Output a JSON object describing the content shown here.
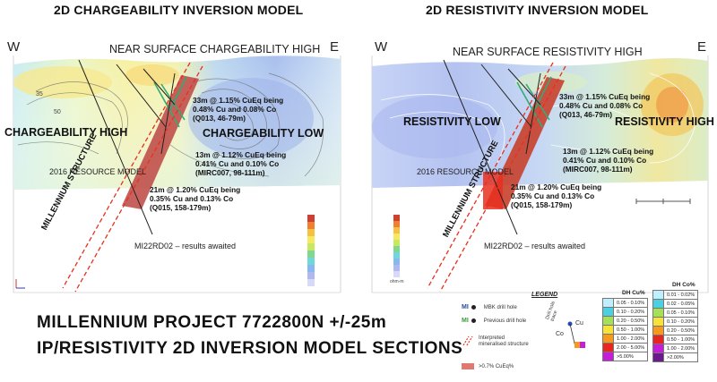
{
  "left": {
    "title": "2D CHARGEABILITY INVERSION MODEL",
    "west": "W",
    "east": "E",
    "near_surface": "NEAR SURFACE CHARGEABILITY HIGH",
    "high": "CHARGEABILITY HIGH",
    "low": "CHARGEABILITY LOW",
    "resource": "2016 RESOURCE MODEL",
    "structure": "MILLENNIUM STRUCTURE",
    "drill_hole": "MI22RD02 – results awaited",
    "intercepts": [
      [
        "33m @ 1.15% CuEq being",
        "0.48% Cu and 0.08% Co",
        "(Q013, 46-79m)"
      ],
      [
        "13m @ 1.12% CuEq being",
        "0.41% Cu and 0.10% Co",
        "(MIRC007, 98-111m)"
      ],
      [
        "21m @ 1.20% CuEq being",
        "0.35% Cu and 0.13% Co",
        "(Q015, 158-179m)"
      ]
    ]
  },
  "right": {
    "title": "2D RESISTIVITY INVERSION MODEL",
    "west": "W",
    "east": "E",
    "near_surface": "NEAR SURFACE RESISTIVITY HIGH",
    "low": "RESISTIVITY LOW",
    "high": "RESISTIVITY HIGH",
    "resource": "2016 RESOURCE MODEL",
    "structure": "MILLENNIUM STRUCTURE",
    "drill_hole": "MI22RD02 – results awaited",
    "intercepts": [
      [
        "33m @ 1.15% CuEq being",
        "0.48% Cu and 0.08% Co",
        "(Q013, 46-79m)"
      ],
      [
        "13m @ 1.12% CuEq being",
        "0.41% Cu and 0.10% Co",
        "(MIRC007, 98-111m)"
      ],
      [
        "21m @ 1.20% CuEq being",
        "0.35% Cu and 0.13% Co",
        "(Q015, 158-179m)"
      ]
    ],
    "scale_unit": "ohm-m"
  },
  "bottom_title": {
    "line1": "MILLENNIUM PROJECT 7722800N +/-25m",
    "line2": "IP/RESISTIVITY 2D INVERSION MODEL SECTIONS"
  },
  "legend": {
    "heading": "LEGEND",
    "mbk": "MBK drill hole",
    "previous": "Previous drill hole",
    "interpreted": "Interpreted mineralised structure",
    "cueq": ">0.7% CuEq%",
    "mi_marker": "MI",
    "drill_hole_trace": "Drill hole trace",
    "cu": "Cu",
    "co": "Co",
    "cu_table": {
      "header": "DH Cu%",
      "rows": [
        {
          "label": "0.05 - 0.10%",
          "color": "#bfefff"
        },
        {
          "label": "0.10 - 0.20%",
          "color": "#4ad0e0"
        },
        {
          "label": "0.20 - 0.50%",
          "color": "#a6e05a"
        },
        {
          "label": "0.50 - 1.00%",
          "color": "#f5e23a"
        },
        {
          "label": "1.00 - 2.00%",
          "color": "#f59a1e"
        },
        {
          "label": "2.00 - 5.00%",
          "color": "#e8251e"
        },
        {
          "label": ">5.00%",
          "color": "#c41ed8"
        }
      ]
    },
    "co_table": {
      "header": "DH Co%",
      "rows": [
        {
          "label": "0.01 - 0.02%",
          "color": "#bfefff"
        },
        {
          "label": "0.02 - 0.05%",
          "color": "#4ad0e0"
        },
        {
          "label": "0.05 - 0.10%",
          "color": "#a6e05a"
        },
        {
          "label": "0.10 - 0.20%",
          "color": "#f5e23a"
        },
        {
          "label": "0.20 - 0.50%",
          "color": "#f59a1e"
        },
        {
          "label": "0.50 - 1.00%",
          "color": "#e8251e"
        },
        {
          "label": "1.00 - 2.00%",
          "color": "#c41ed8"
        },
        {
          "label": ">2.00%",
          "color": "#6a1a8a"
        }
      ]
    }
  },
  "colors": {
    "structure_line": "#e8301e",
    "resource_body": "#c0504d",
    "chargeability_high": "#f6e070",
    "chargeability_low": "#9fb8ea",
    "resistivity_low": "#b8c6f0",
    "resistivity_high": "#f0c060"
  }
}
